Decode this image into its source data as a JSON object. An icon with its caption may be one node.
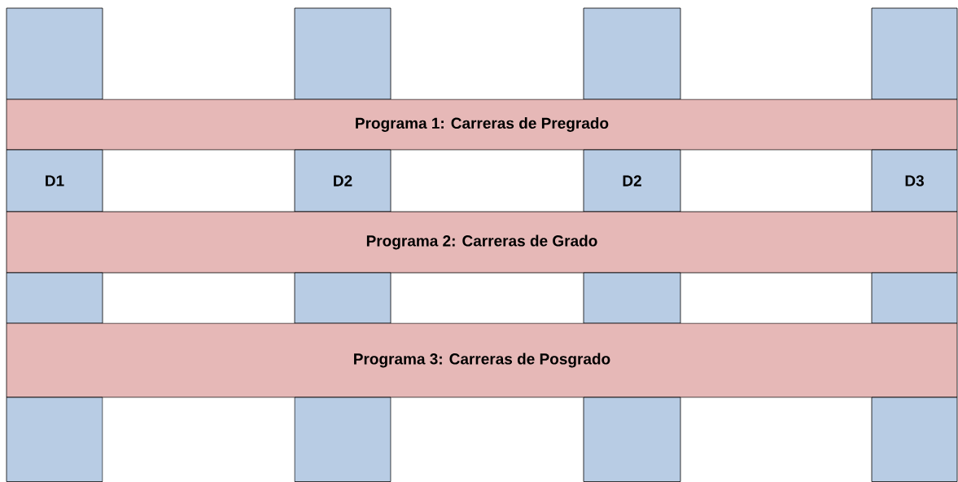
{
  "diagram": {
    "nodes": [
      {
        "text": [],
        "shape": "box"
      },
      {
        "text": [],
        "shape": "box"
      },
      {
        "text": [],
        "shape": "box"
      },
      {
        "text": [],
        "shape": "box"
      },
      {
        "text": [
          "Programa 1: Carreras de Pregrado"
        ]
      },
      {
        "text": [
          "D1"
        ]
      },
      {
        "text": [
          "D2"
        ]
      },
      {
        "text": [
          "D2"
        ]
      },
      {
        "text": [
          "D3"
        ]
      },
      {
        "text": [
          "Programa 2: Carreras de Grado"
        ]
      },
      {
        "text": [],
        "shape": "box"
      },
      {
        "text": [],
        "shape": "box"
      },
      {
        "text": [],
        "shape": "box"
      },
      {
        "text": [],
        "shape": "box"
      },
      {
        "text": [
          "Programa 3: Carreras de Posgrado"
        ]
      },
      {
        "text": [],
        "shape": "box"
      },
      {
        "text": [],
        "shape": "box"
      },
      {
        "text": [],
        "shape": "box"
      },
      {
        "text": [],
        "shape": "box"
      }
    ]
  }
}
